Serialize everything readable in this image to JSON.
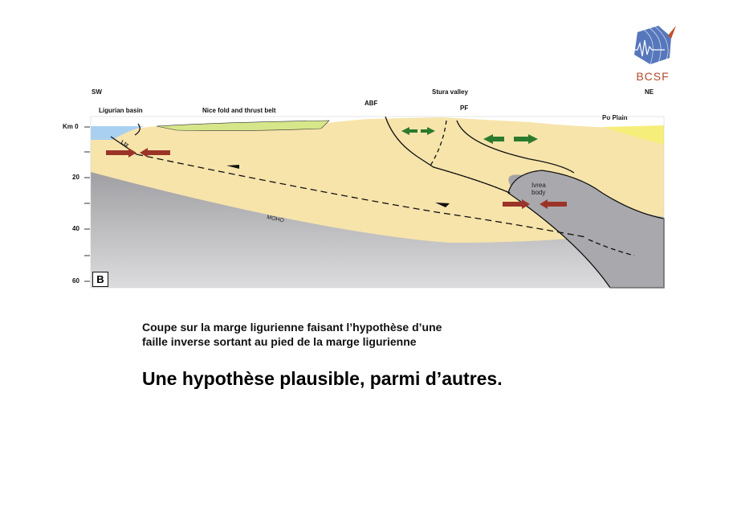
{
  "logo": {
    "text": "BCSF",
    "icon": "seismograph-globe-icon"
  },
  "diagram": {
    "panel_label": "B",
    "directions": {
      "left": "SW",
      "right": "NE"
    },
    "regions": [
      "Ligurian basin",
      "Nice fold and thrust belt",
      "Stura valley",
      "Po Plain"
    ],
    "faults": {
      "abf": "ABF",
      "pf": "PF",
      "ltz": "Ltz"
    },
    "bodies": {
      "ivrea": [
        "Ivrea",
        "body"
      ],
      "moho": "MOHO"
    },
    "depth_axis": {
      "unit_label": "Km 0",
      "ticks": [
        "20",
        "40",
        "60"
      ]
    },
    "colors": {
      "crust": "#f7e4ab",
      "mantle": "#b8b8bc",
      "sea": "#a9d0f0",
      "fold_belt": "#d6e68a",
      "po_plain": "#f6ee7a",
      "compression": "#9b3428",
      "extension": "#2c7a2c"
    }
  },
  "caption": {
    "line1": "Coupe sur la marge ligurienne faisant l’hypothèse d’une",
    "line2": "faille inverse sortant au pied de la marge ligurienne"
  },
  "headline": "Une hypothèse plausible, parmi d’autres."
}
